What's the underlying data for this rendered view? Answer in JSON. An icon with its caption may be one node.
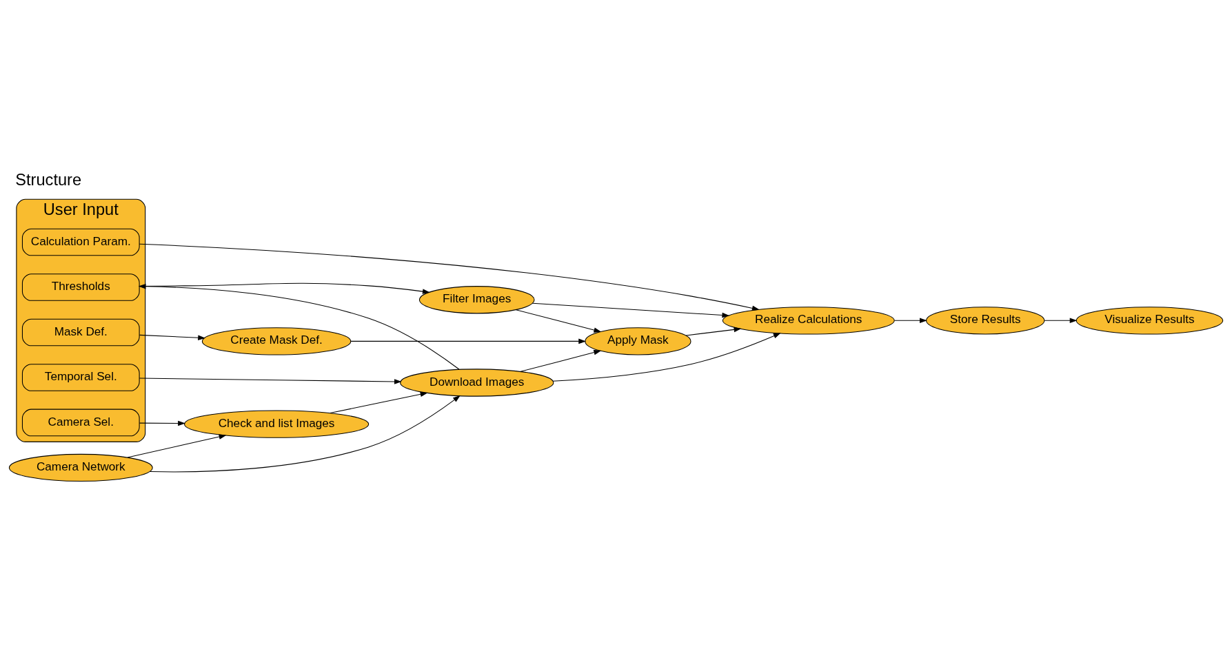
{
  "diagram": {
    "title": "Structure",
    "nodes": [
      {
        "text": [
          "Camera Network"
        ]
      },
      {
        "text": [
          "Check and list Images"
        ]
      },
      {
        "text": [
          "User Input"
        ]
      },
      {
        "text": [
          "Camera Sel."
        ],
        "in": 2
      },
      {
        "text": [
          "Temporal Sel."
        ],
        "in": 2
      },
      {
        "text": [
          "Thresholds"
        ],
        "in": 2
      },
      {
        "text": [
          "Mask Def."
        ],
        "in": 2
      },
      {
        "text": [
          "Calculation Param."
        ],
        "in": 2
      },
      {
        "text": [
          "Download Images"
        ]
      },
      {
        "text": [
          "Filter Images"
        ]
      },
      {
        "text": [
          "Create Mask Def."
        ]
      },
      {
        "text": [
          "Apply Mask"
        ]
      },
      {
        "text": [
          "Realize Calculations"
        ]
      },
      {
        "text": [
          "Store Results"
        ]
      },
      {
        "text": [
          "Visualize Results"
        ]
      }
    ],
    "edges": [
      {
        "from": 0,
        "to": 1,
        "arrow": "to"
      },
      {
        "from": 0,
        "to": 8,
        "arrow": "to"
      },
      {
        "from": 3,
        "to": 1,
        "arrow": "to"
      },
      {
        "from": 1,
        "to": 8,
        "arrow": "to"
      },
      {
        "from": 4,
        "to": 8,
        "arrow": "to"
      },
      {
        "from": 8,
        "to": 5,
        "arrow": "to"
      },
      {
        "from": 8,
        "to": 11,
        "arrow": "to"
      },
      {
        "from": 8,
        "to": 12,
        "arrow": "to"
      },
      {
        "from": 5,
        "to": 9,
        "arrow": "to"
      },
      {
        "from": 6,
        "to": 10,
        "arrow": "to"
      },
      {
        "from": 10,
        "to": 11,
        "arrow": "to"
      },
      {
        "from": 9,
        "to": 11,
        "arrow": "to"
      },
      {
        "from": 9,
        "to": 12,
        "arrow": "to"
      },
      {
        "from": 11,
        "to": 12,
        "arrow": "to"
      },
      {
        "from": 7,
        "to": 12,
        "arrow": "to"
      },
      {
        "from": 12,
        "to": 13,
        "arrow": "to"
      },
      {
        "from": 13,
        "to": 14,
        "arrow": "to"
      }
    ]
  }
}
